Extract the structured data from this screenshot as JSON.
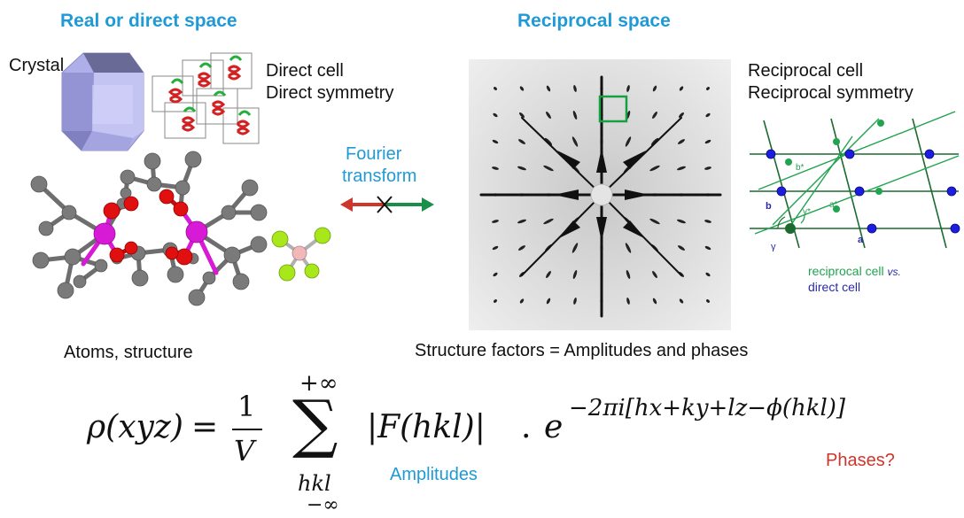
{
  "headings": {
    "direct_space": "Real or direct space",
    "reciprocal_space": "Reciprocal space"
  },
  "direct": {
    "crystal_label": "Crystal",
    "cell_label": "Direct cell",
    "symmetry_label": "Direct symmetry",
    "atoms_label": "Atoms, structure"
  },
  "transform": {
    "line1": "Fourier",
    "line2": "transform",
    "arrow_left_color": "#d0352b",
    "arrow_right_color": "#1a8f4a"
  },
  "reciprocal": {
    "cell_label": "Reciprocal cell",
    "symmetry_label": "Reciprocal symmetry",
    "structure_factors": "Structure factors = Amplitudes and phases",
    "lattice_labels": {
      "b_star": "b*",
      "a_star": "a*",
      "gamma_star": "γ*",
      "b": "b",
      "a": "a",
      "gamma": "γ"
    },
    "legend_line1_text": "reciprocal cell ",
    "legend_line1_em": "vs.",
    "legend_line2": "direct cell",
    "reciprocal_color": "#21a350",
    "direct_color": "#2a2aa8"
  },
  "formula": {
    "lhs": "ρ(xyz)",
    "equals": "=",
    "frac_num": "1",
    "frac_den": "V",
    "sum_upper": "+∞",
    "sum_symbol": "∑",
    "sum_lower_index": "hkl",
    "sum_lower_limit": "−∞",
    "abs_term": "|F(hkl)|",
    "dot": ".",
    "exp_base": "e",
    "exponent": "−2πi[hx+ky+lz−ϕ(hkl)]",
    "amplitudes_label": "Amplitudes",
    "phases_label": "Phases?"
  },
  "colors": {
    "heading": "#1f9ad6",
    "magenta_atom": "#d61ad6",
    "oxygen_atom": "#e01010",
    "carbon_atom": "#7a7a7a",
    "fluorine_atom": "#a8e81a",
    "boron_atom": "#f0b8b8",
    "crystal": "#b8b8ee"
  }
}
